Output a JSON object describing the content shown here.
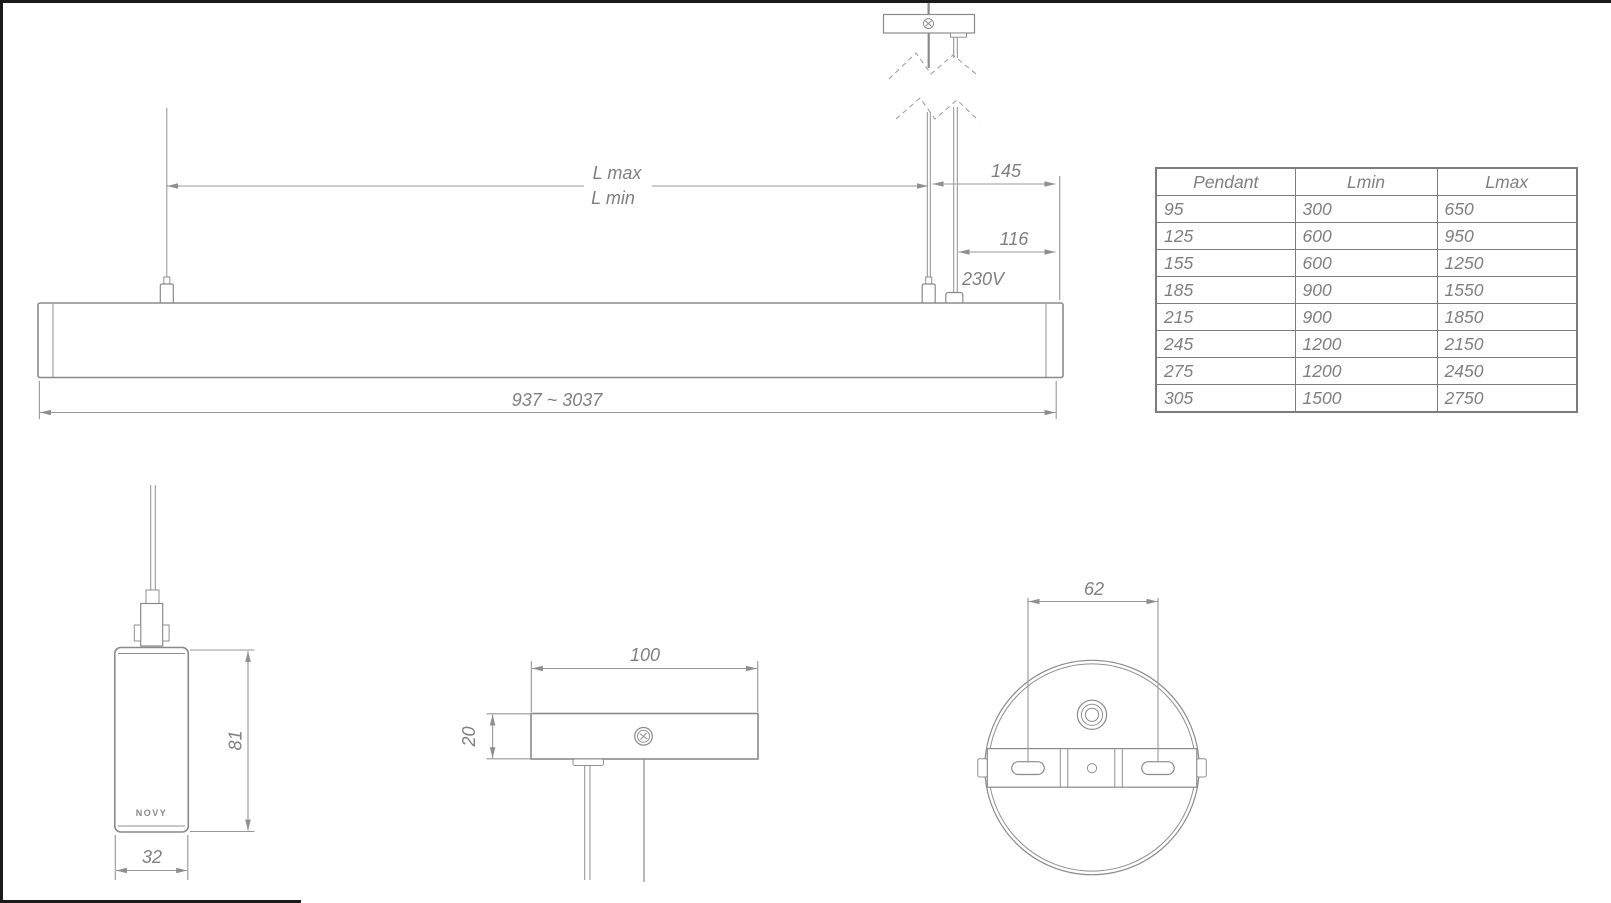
{
  "colors": {
    "line": "#8a8a8a",
    "text": "#7f7f7f",
    "border": "#1a1a1a",
    "background": "#ffffff"
  },
  "side_view": {
    "l_max": "L max",
    "l_min": "L min",
    "suspension_offset": "145",
    "cable_offset": "116",
    "voltage": "230V",
    "overall_length": "937 ~ 3037"
  },
  "end_view": {
    "height": "81",
    "width": "32",
    "brand": "NOVY"
  },
  "bracket_view": {
    "width": "100",
    "height": "20"
  },
  "canopy_view": {
    "slot_spacing": "62"
  },
  "table": {
    "headers": [
      "Pendant",
      "Lmin",
      "Lmax"
    ],
    "rows": [
      [
        "95",
        "300",
        "650"
      ],
      [
        "125",
        "600",
        "950"
      ],
      [
        "155",
        "600",
        "1250"
      ],
      [
        "185",
        "900",
        "1550"
      ],
      [
        "215",
        "900",
        "1850"
      ],
      [
        "245",
        "1200",
        "2150"
      ],
      [
        "275",
        "1200",
        "2450"
      ],
      [
        "305",
        "1500",
        "2750"
      ]
    ]
  }
}
